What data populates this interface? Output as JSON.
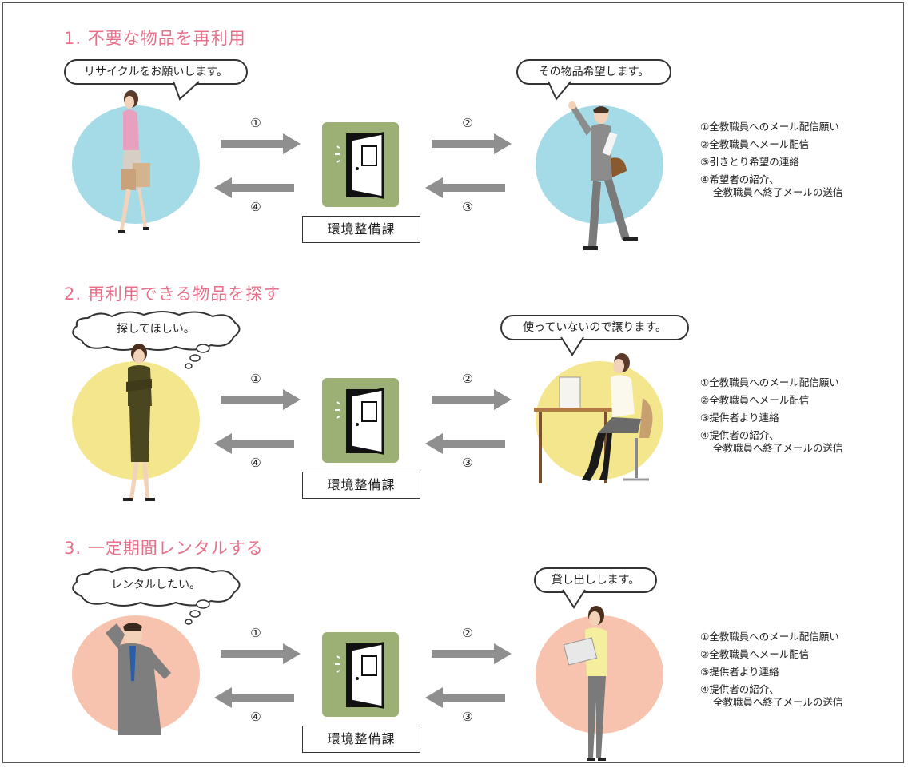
{
  "colors": {
    "title": "#e8718a",
    "blue": "#a4dbe6",
    "yellow": "#f4e68d",
    "pink": "#f7c3ae",
    "door": "#9cb076",
    "arrow": "#8f8f8f"
  },
  "sections": [
    {
      "title": "1. 不要な物品を再利用",
      "left_bubble": "リサイクルをお願いします。",
      "right_bubble": "その物品希望します。",
      "nums": [
        "①",
        "②",
        "③",
        "④"
      ],
      "office": "環境整備課",
      "steps": [
        "①全教職員へのメール配信願い",
        "②全教職員へメール配信",
        "③引きとり希望の連絡",
        "④希望者の紹介、",
        "全教職員へ終了メールの送信"
      ]
    },
    {
      "title": "2. 再利用できる物品を探す",
      "left_bubble": "探してほしい。",
      "right_bubble": "使っていないので譲ります。",
      "nums": [
        "①",
        "②",
        "③",
        "④"
      ],
      "office": "環境整備課",
      "steps": [
        "①全教職員へのメール配信願い",
        "②全教職員へメール配信",
        "③提供者より連絡",
        "④提供者の紹介、",
        "全教職員へ終了メールの送信"
      ]
    },
    {
      "title": "3. 一定期間レンタルする",
      "left_bubble": "レンタルしたい。",
      "right_bubble": "貸し出しします。",
      "nums": [
        "①",
        "②",
        "③",
        "④"
      ],
      "office": "環境整備課",
      "steps": [
        "①全教職員へのメール配信願い",
        "②全教職員へメール配信",
        "③提供者より連絡",
        "④提供者の紹介、",
        "全教職員へ終了メールの送信"
      ]
    }
  ]
}
